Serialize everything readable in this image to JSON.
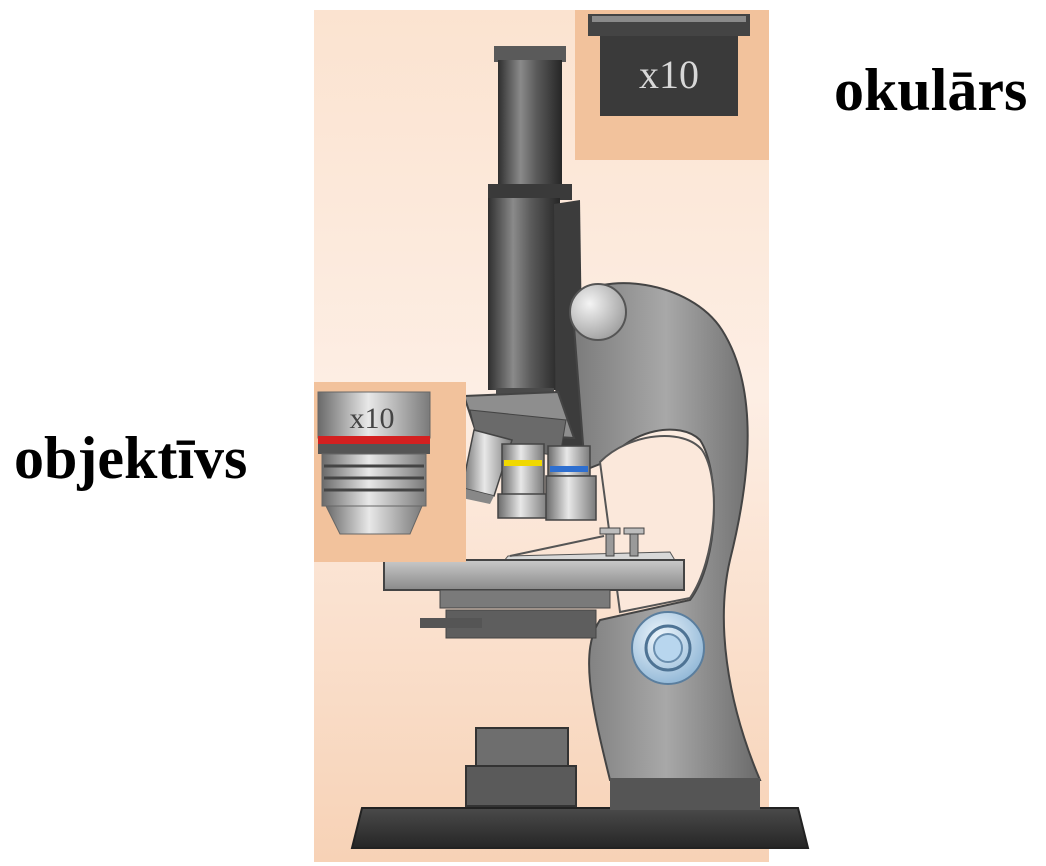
{
  "labels": {
    "eyepiece": "okulārs",
    "objective": "objektīvs"
  },
  "eyepiece_inset": {
    "magnification": "x10"
  },
  "objective_inset": {
    "magnification": "x10"
  },
  "colors": {
    "background_light": "#fbe9dd",
    "background_warm": "#f4c6a2",
    "inset_background": "#f2c29c",
    "metal_dark": "#3a3a3a",
    "metal_mid": "#777777",
    "metal_light": "#cfcfcf",
    "stage_gray": "#a9a9a9",
    "arm_gray": "#8d8d8d",
    "knob_blue": "#9ec6e6",
    "ring_red": "#d42020",
    "ring_yellow": "#f0d800",
    "ring_blue": "#2e6fd0"
  }
}
